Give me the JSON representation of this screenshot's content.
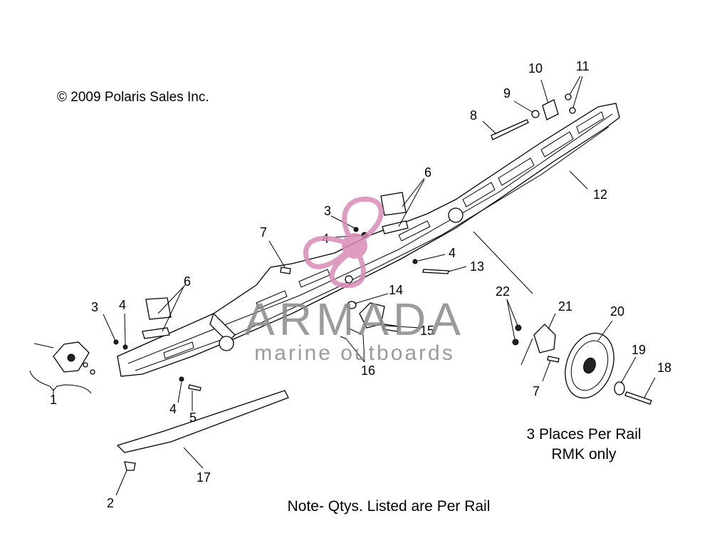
{
  "copyright": "© 2009 Polaris Sales Inc.",
  "note": "Note- Qtys. Listed are Per Rail",
  "places_line1": "3 Places Per Rail",
  "places_line2": "RMK only",
  "watermark": {
    "brand": "ARMADA",
    "tagline": "marine outboards",
    "color": "#d98bb6"
  },
  "callouts": [
    {
      "id": "c1",
      "label": "1"
    },
    {
      "id": "c2",
      "label": "2"
    },
    {
      "id": "c3a",
      "label": "3"
    },
    {
      "id": "c3b",
      "label": "3"
    },
    {
      "id": "c4a",
      "label": "4"
    },
    {
      "id": "c4b",
      "label": "4"
    },
    {
      "id": "c4c",
      "label": "4"
    },
    {
      "id": "c4d",
      "label": "4"
    },
    {
      "id": "c5",
      "label": "5"
    },
    {
      "id": "c6a",
      "label": "6"
    },
    {
      "id": "c6b",
      "label": "6"
    },
    {
      "id": "c7a",
      "label": "7"
    },
    {
      "id": "c7b",
      "label": "7"
    },
    {
      "id": "c8",
      "label": "8"
    },
    {
      "id": "c9",
      "label": "9"
    },
    {
      "id": "c10",
      "label": "10"
    },
    {
      "id": "c11",
      "label": "11"
    },
    {
      "id": "c12",
      "label": "12"
    },
    {
      "id": "c13",
      "label": "13"
    },
    {
      "id": "c14",
      "label": "14"
    },
    {
      "id": "c15",
      "label": "15"
    },
    {
      "id": "c16",
      "label": "16"
    },
    {
      "id": "c17",
      "label": "17"
    },
    {
      "id": "c18",
      "label": "18"
    },
    {
      "id": "c19",
      "label": "19"
    },
    {
      "id": "c20",
      "label": "20"
    },
    {
      "id": "c21",
      "label": "21"
    },
    {
      "id": "c22",
      "label": "22"
    }
  ]
}
